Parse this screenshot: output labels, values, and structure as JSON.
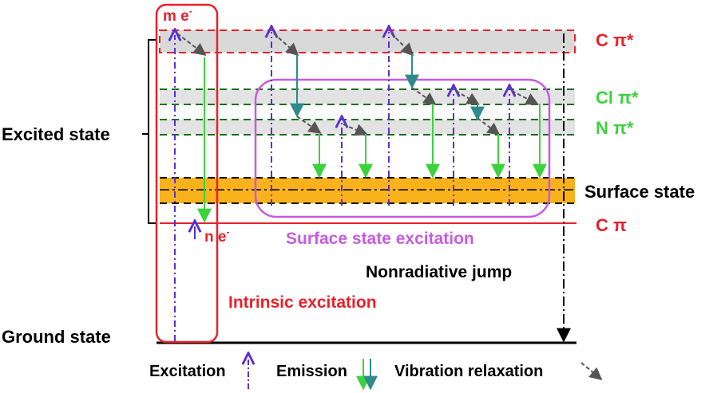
{
  "labels": {
    "m_e": "m e",
    "m_e_sup": "-",
    "n_e": "n e",
    "n_e_sup": "-",
    "c_pi_star": "C π*",
    "cl_pi_star": "Cl π*",
    "n_pi_star": "N π*",
    "surface_state": "Surface state",
    "c_pi": "C π",
    "excited_state": "Excited state",
    "ground_state": "Ground state",
    "surface_state_excitation": "Surface state excitation",
    "nonradiative_jump": "Nonradiative jump",
    "intrinsic_excitation": "Intrinsic excitation"
  },
  "legend": {
    "excitation": "Excitation",
    "emission": "Emission",
    "vibration_relaxation": "Vibration relaxation"
  },
  "colors": {
    "red": "#e8202a",
    "green": "#3cd23c",
    "teal": "#2e8b8b",
    "purple": "#5a2fd6",
    "magenta": "#c55ce0",
    "orange": "#f9b21b",
    "gray_band": "#d9d9d9",
    "black": "#000000",
    "dark_green_dash": "#1e6e1e"
  }
}
